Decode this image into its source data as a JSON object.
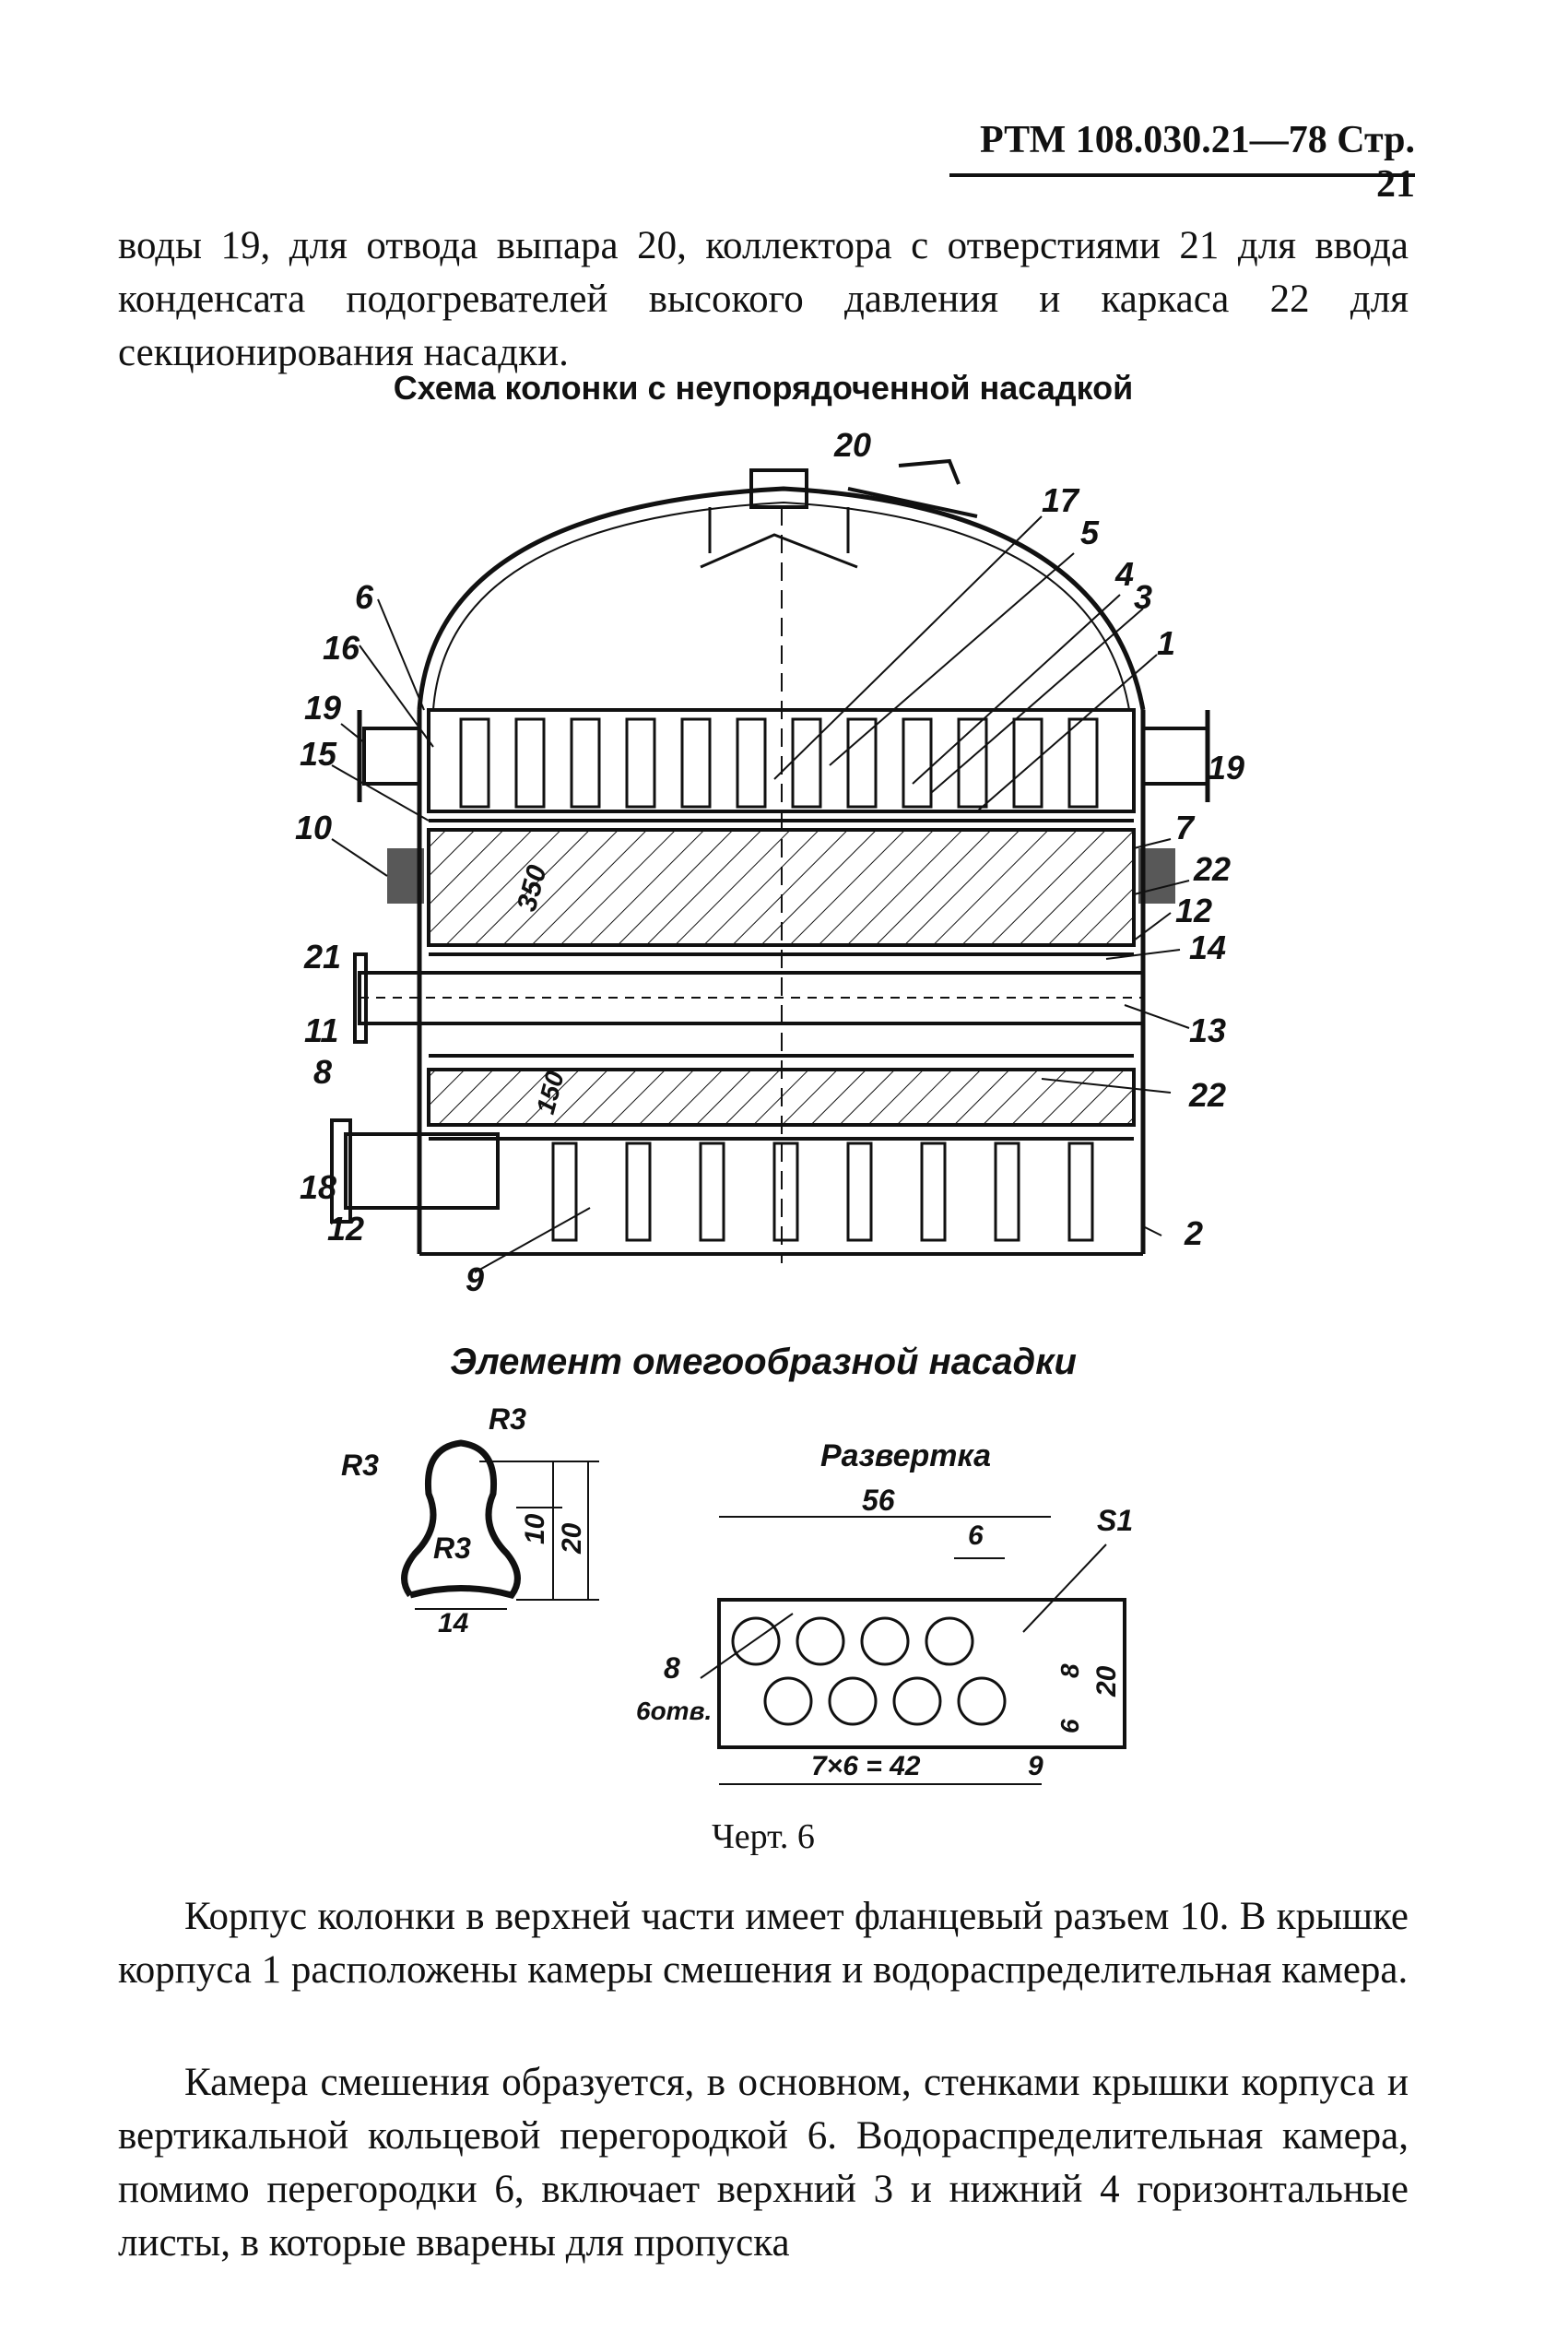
{
  "header": {
    "text": "РТМ 108.030.21—78 Стр. 21"
  },
  "intro_paragraph": "воды 19, для отвода выпара 20, коллектора с отверстиями 21 для ввода конденсата подогревателей высокого давления и каркаса 22 для секционирования насадки.",
  "figure1": {
    "title": "Схема колонки с неупорядоченной насадкой",
    "callouts": [
      "20",
      "17",
      "5",
      "4",
      "3",
      "1",
      "6",
      "16",
      "19",
      "15",
      "10",
      "19",
      "7",
      "22",
      "12",
      "14",
      "21",
      "11",
      "13",
      "8",
      "22",
      "18",
      "12",
      "2",
      "9",
      "350",
      "150"
    ]
  },
  "figure2": {
    "title": "Элемент омегообразной насадки",
    "profile_labels": [
      "R3",
      "R3",
      "R3",
      "10",
      "20",
      "14"
    ],
    "develop_title": "Развертка",
    "develop_labels": [
      "56",
      "6",
      "S1",
      "8",
      "6отв.",
      "8",
      "6",
      "20",
      "7×6 = 42",
      "9"
    ]
  },
  "figure_caption": "Черт. 6",
  "body_paragraphs": [
    "Корпус колонки в верхней части имеет фланцевый разъем 10. В крышке корпуса 1 расположены камеры смешения и водораспределительная камера.",
    "Камера смешения образуется, в основном, стенками крышки корпуса и вертикальной кольцевой перегородкой 6. Водораспределительная камера, помимо перегородки 6, включает верхний 3 и нижний 4 горизонтальные листы, в которые вварены для пропуска"
  ]
}
